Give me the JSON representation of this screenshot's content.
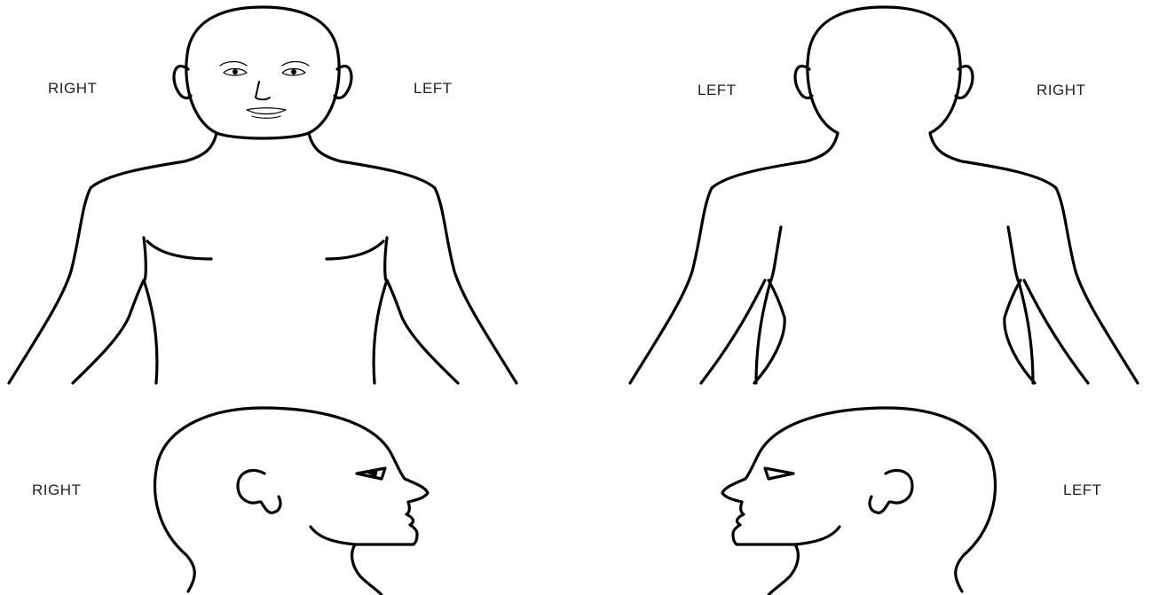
{
  "views": {
    "front": {
      "label_left": "RIGHT",
      "label_right": "LEFT"
    },
    "back": {
      "label_left": "LEFT",
      "label_right": "RIGHT"
    },
    "profile_right": {
      "label": "RIGHT"
    },
    "profile_left": {
      "label": "LEFT"
    }
  },
  "colors": {
    "line": "#000000",
    "background": "#ffffff",
    "label_text": "#222222"
  },
  "figure_type": "body outline chart (front, back, right and left head profiles)"
}
